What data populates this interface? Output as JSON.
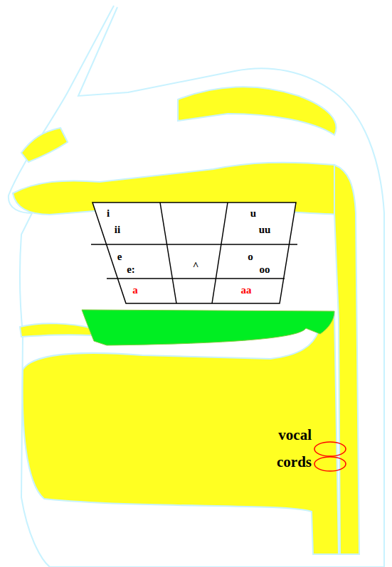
{
  "diagram": {
    "labels": [
      "i",
      "ii",
      "u",
      "uu",
      "e",
      "e:",
      "^",
      "o",
      "oo",
      "a",
      "aa",
      "vocal cords"
    ]
  }
}
